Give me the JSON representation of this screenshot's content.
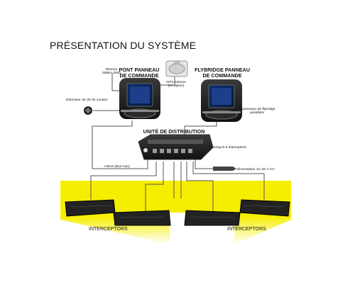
{
  "title": "PRÉSENTATION DU SYSTÈME",
  "panels": {
    "bridge": {
      "line1": "PONT PANNEAU",
      "line2": "DE COMMANDE"
    },
    "flybridge": {
      "line1": "FLYBRIDGE PANNEAU",
      "line2": "DE COMMANDE"
    }
  },
  "nmea": {
    "line1": "Réseau",
    "line2": "NMEA 2000"
  },
  "gps": {
    "line1": "GPS externe",
    "line2": "(en option)"
  },
  "ignition": "Détecteur de clé de contact",
  "flybridge_note": {
    "line1": "3 panneaux de flybridge",
    "line2": "possibles"
  },
  "distribution": "UNITÉ DE DISTRIBUTION",
  "interceptors_note": "Jusqu'à 8 interceptors",
  "ibus": "I-BUS (Bus Can)",
  "power": "Alimentation 12–32 V CC",
  "interceptors_left": "INTERCEPTORS",
  "interceptors_right": "INTERCEPTORS",
  "colors": {
    "beam": "#f6ee00",
    "device": "#1c1c1c",
    "line": "#555555"
  }
}
